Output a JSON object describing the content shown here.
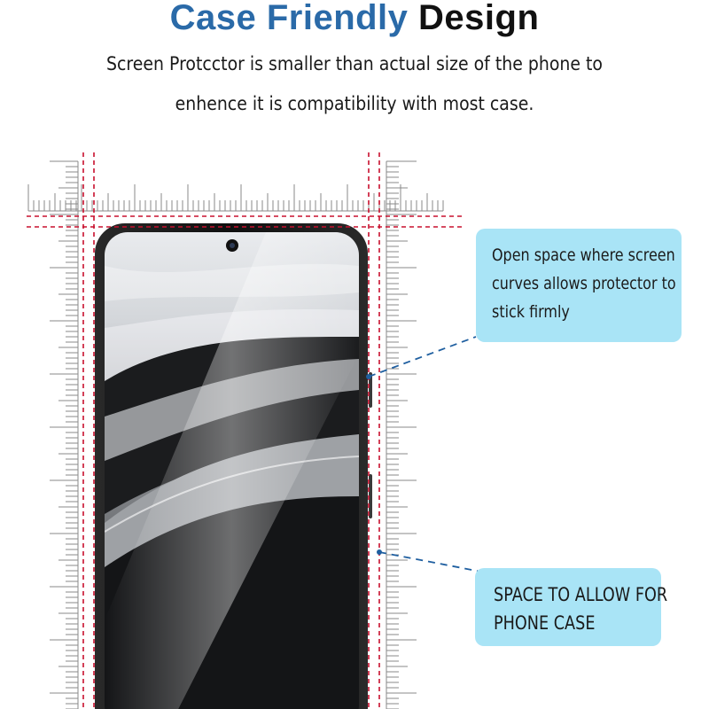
{
  "heading": {
    "part1": "Case Friendly",
    "part2": "Design",
    "color_blue": "#2a6aa8",
    "color_black": "#111111"
  },
  "description": {
    "line1": "Screen Protcctor is smaller than actual size of the phone to",
    "line2": "enhence it is compatibility with most case."
  },
  "callouts": [
    {
      "lines": [
        "Open space where screen",
        "curves allows protector to",
        "stick firmly"
      ],
      "background": "#a9e4f6"
    },
    {
      "lines": [
        "SPACE TO ALLOW FOR",
        "PHONE CASE"
      ],
      "background": "#a9e4f6"
    }
  ],
  "colors": {
    "guide_red": "#c8102e",
    "leader_blue": "#1f5fa0",
    "ruler_gray": "#8a8a8a"
  },
  "icons": {
    "camera": "front-camera-icon"
  }
}
